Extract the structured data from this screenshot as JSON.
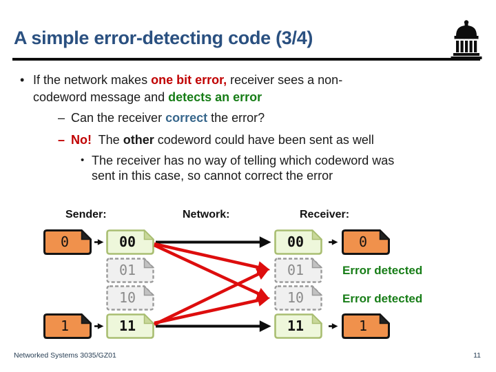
{
  "slide": {
    "title": "A simple error-detecting code (3/4)",
    "footer_left": "Networked Systems 3035/GZ01",
    "page_number": "11"
  },
  "text": {
    "bullet_char": "•",
    "dash_char": "–",
    "b1l1": {
      "t1": "If the network makes ",
      "t2": "one bit error,",
      "t3": " receiver sees a non-"
    },
    "b1l2": {
      "t1": "codeword message and ",
      "t2": "detects an error"
    },
    "d1": {
      "t1": "Can the receiver ",
      "t2": "correct",
      "t3": " the error?"
    },
    "d2": {
      "t1": "No!",
      "t2": "  The ",
      "t3": "other",
      "t4": " codeword could have been sent as well"
    },
    "s1": {
      "t1": "The receiver has no way of telling which codeword was"
    },
    "s2": {
      "t1": "sent in this case, so cannot correct the error"
    }
  },
  "diagram": {
    "sender_label": "Sender:",
    "network_label": "Network:",
    "receiver_label": "Receiver:",
    "sender_messages": {
      "m0": "0",
      "m1": "1"
    },
    "sender_codewords": {
      "c00": "00",
      "c01": "01",
      "c10": "10",
      "c11": "11"
    },
    "receiver_codewords": {
      "c00": "00",
      "c01": "01",
      "c10": "10",
      "c11": "11"
    },
    "receiver_messages": {
      "m0": "0",
      "m1": "1"
    },
    "error_detected_1": "Error detected",
    "error_detected_2": "Error detected"
  },
  "colors": {
    "title_navy": "#2A5080",
    "text_red": "#C00000",
    "text_green": "#177D17",
    "text_steel_blue": "#38678C",
    "box_orange_fill": "#F0914C",
    "box_green_fill": "#EEF7DB",
    "box_green_border": "#A9BE72",
    "box_gray_fill": "#F0F0F0",
    "box_gray_border": "#9A9A9A",
    "arrow_red": "#DD0D0D",
    "arrow_black": "#0D0D0D"
  }
}
